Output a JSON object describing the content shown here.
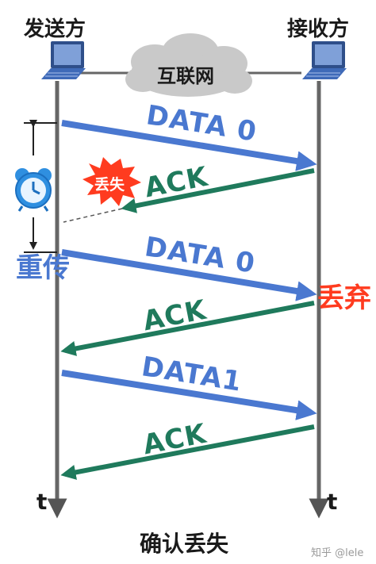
{
  "sender": {
    "label": "发送方"
  },
  "receiver": {
    "label": "接收方"
  },
  "network": {
    "label": "互联网"
  },
  "messages": [
    {
      "label": "DATA 0",
      "type": "data"
    },
    {
      "label": "ACK",
      "type": "ack",
      "status": "丢失"
    },
    {
      "label": "DATA 0",
      "type": "data"
    },
    {
      "label": "ACK",
      "type": "ack"
    },
    {
      "label": "DATA1",
      "type": "data"
    },
    {
      "label": "ACK",
      "type": "ack"
    }
  ],
  "annotations": {
    "retransmit": "重传",
    "discard": "丢弃",
    "lost": "丢失"
  },
  "time_axis_label": "t",
  "caption": "确认丢失",
  "watermark": "知乎 @lele",
  "colors": {
    "data_arrow": "#4a78d0",
    "ack_arrow": "#1f7a5c",
    "discard": "#ff3b1f",
    "lost_burst": "#ff3b1f",
    "clock": "#2f8fe0",
    "timeline": "#666666"
  },
  "icons": [
    "laptop-icon",
    "cloud-icon",
    "alarm-clock-icon",
    "explosion-burst-icon"
  ]
}
